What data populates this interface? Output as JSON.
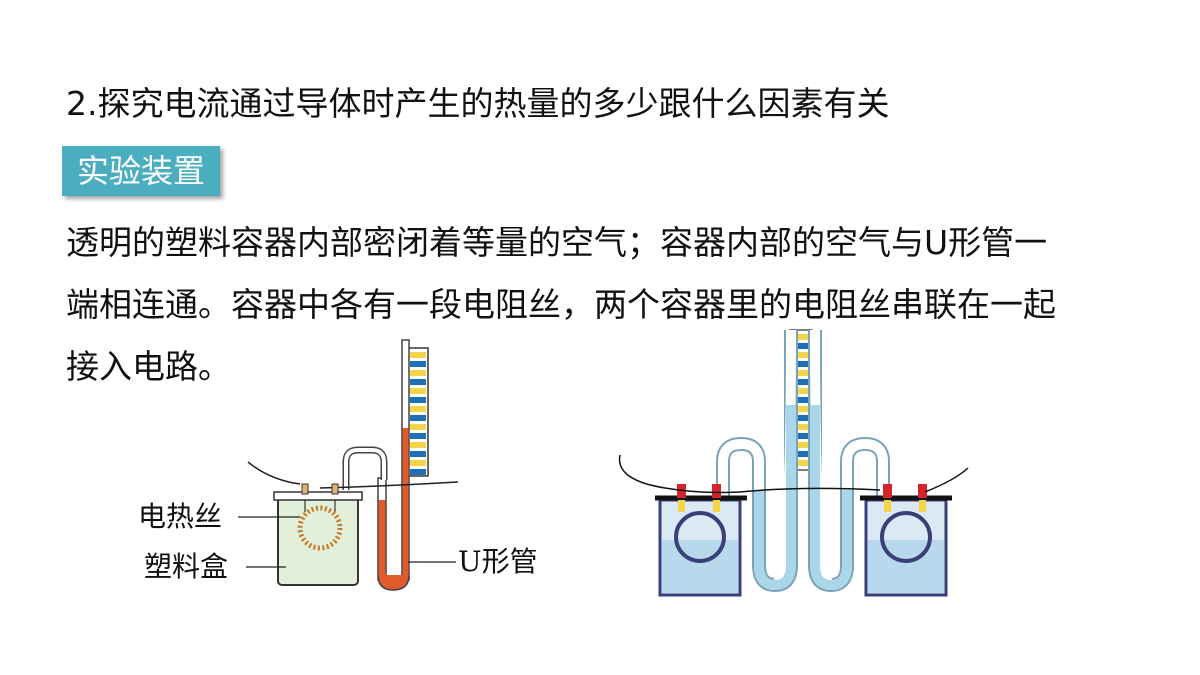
{
  "title": "2.探究电流通过导体时产生的热量的多少跟什么因素有关",
  "section_tag": "实验装置",
  "description": {
    "line1": "透明的塑料容器内部密闭着等量的空气；容器内部的空气与U形管一",
    "line2": "端相连通。容器中各有一段电阻丝，两个容器里的电阻丝串联在一起",
    "line3": "接入电路。"
  },
  "figure_left": {
    "labels": {
      "heating_wire": "电热丝",
      "plastic_box": "塑料盒",
      "u_tube": "U形管"
    }
  },
  "colors": {
    "tag_bg": "#4aaec0",
    "liquid_red": "#e05a2c",
    "liquid_blue": "#a9d6e8",
    "scale_yellow": "#f3d54a",
    "scale_blue": "#1f6fb5",
    "terminal_red": "#d6232a",
    "box_green": "#e4efd9"
  }
}
